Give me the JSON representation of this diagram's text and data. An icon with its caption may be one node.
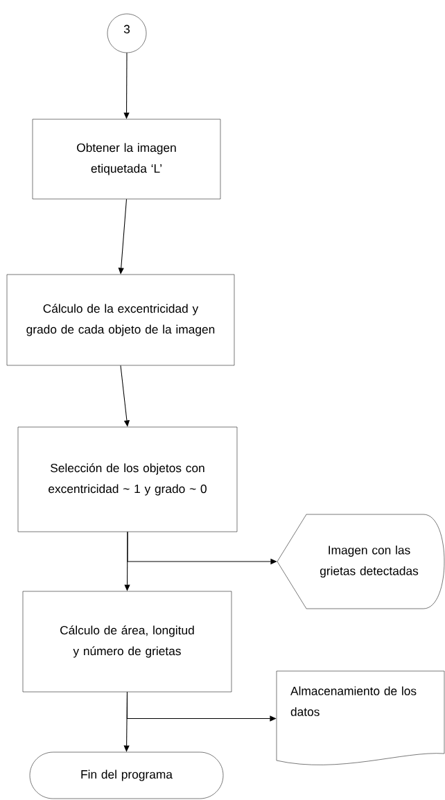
{
  "diagram": {
    "nodes": [
      {
        "text": [
          "3"
        ]
      },
      {
        "text": [
          "Obtener la imagen etiquetada ‘L’"
        ]
      },
      {
        "text": [
          "Cálculo de la excentricidad y grado de cada objeto de la imagen"
        ]
      },
      {
        "text": [
          "Selección de los objetos con excentricidad ~ 1 y grado ~ 0"
        ]
      },
      {
        "text": [
          "Imagen con las grietas detectadas"
        ]
      },
      {
        "text": [
          "Cálculo de área, longitud y número de grietas"
        ]
      },
      {
        "text": [
          "Almacenamiento de los datos"
        ]
      },
      {
        "text": [
          "Fin del programa"
        ]
      }
    ],
    "edges": [
      {
        "from": 0,
        "to": 1,
        "arrow": "to"
      },
      {
        "from": 1,
        "to": 2,
        "arrow": "to"
      },
      {
        "from": 2,
        "to": 3,
        "arrow": "to"
      },
      {
        "from": 3,
        "to": 4,
        "arrow": "to"
      },
      {
        "from": 3,
        "to": 5,
        "arrow": "to"
      },
      {
        "from": 5,
        "to": 6,
        "arrow": "to"
      },
      {
        "from": 5,
        "to": 7,
        "arrow": "to"
      }
    ]
  }
}
